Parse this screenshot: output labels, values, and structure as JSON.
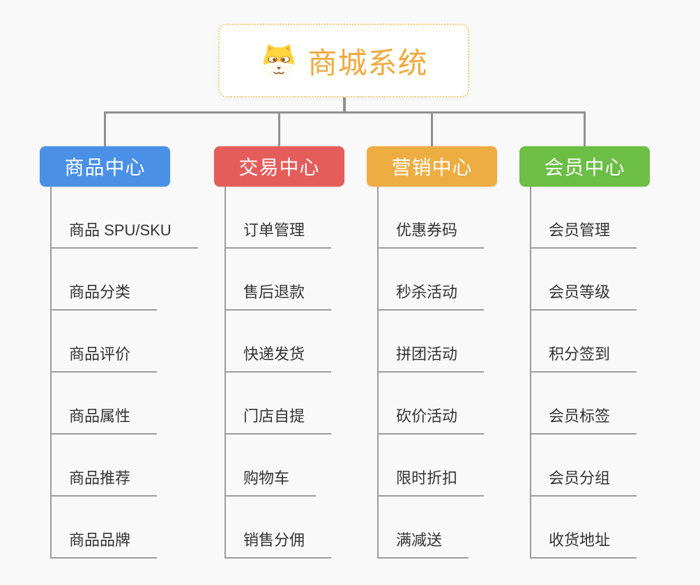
{
  "root": {
    "title": "商城系统",
    "icon": "dog-face-icon"
  },
  "branches": [
    {
      "label": "商品中心",
      "color": "#4a90e6",
      "items": [
        "商品 SPU/SKU",
        "商品分类",
        "商品评价",
        "商品属性",
        "商品推荐",
        "商品品牌"
      ]
    },
    {
      "label": "交易中心",
      "color": "#e45d5b",
      "items": [
        "订单管理",
        "售后退款",
        "快递发货",
        "门店自提",
        "购物车",
        "销售分佣"
      ]
    },
    {
      "label": "营销中心",
      "color": "#edad42",
      "items": [
        "优惠券码",
        "秒杀活动",
        "拼团活动",
        "砍价活动",
        "限时折扣",
        "满减送"
      ]
    },
    {
      "label": "会员中心",
      "color": "#6cbe45",
      "items": [
        "会员管理",
        "会员等级",
        "积分签到",
        "会员标签",
        "会员分组",
        "收货地址"
      ]
    }
  ],
  "colors": {
    "connector": "#909090",
    "underline": "#9c9c9c",
    "item_text": "#333333",
    "root_text": "#f0a83c",
    "root_border": "#f6c76f",
    "background": "#f9f9f9"
  }
}
